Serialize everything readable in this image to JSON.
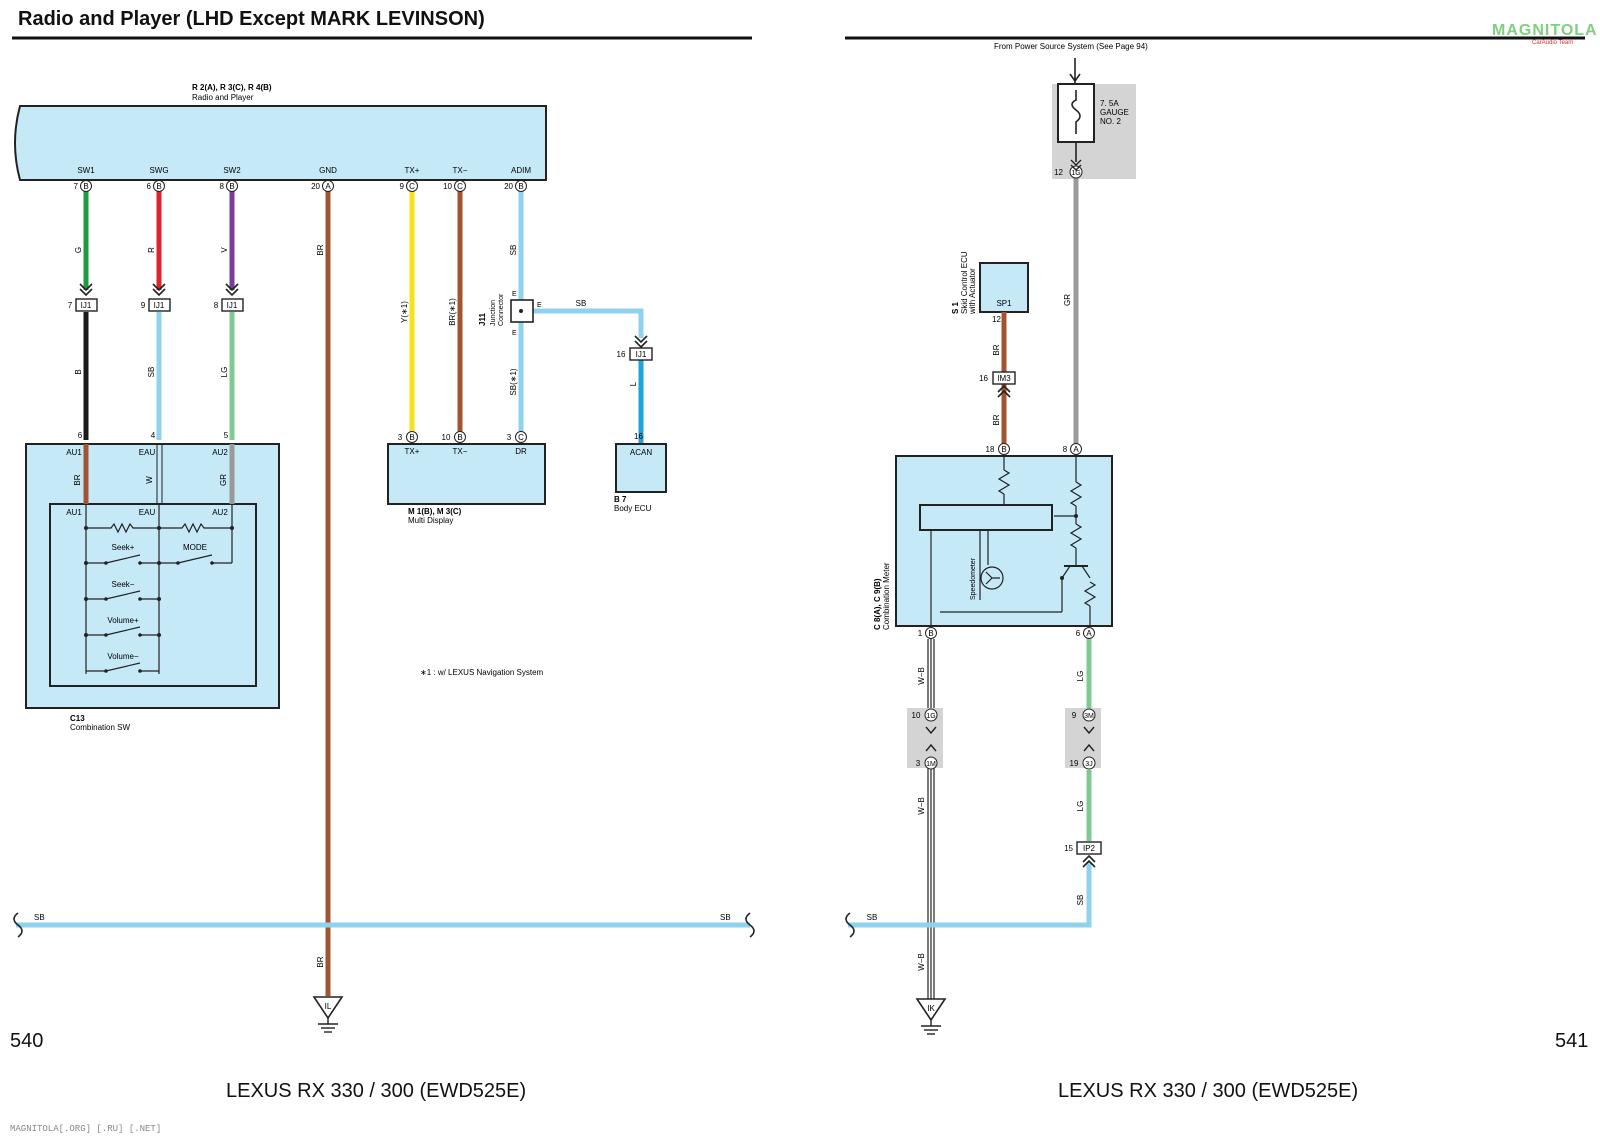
{
  "header": {
    "title": "Radio and Player (LHD Except MARK LEVINSON)"
  },
  "footer": {
    "page_left": "540",
    "page_right": "541",
    "model_left": "LEXUS RX 330 / 300 (EWD525E)",
    "model_right": "LEXUS RX 330 / 300 (EWD525E)",
    "watermark": "MAGNITOLA[.ORG] [.RU] [.NET]",
    "logo_text": "MAGNITOLA",
    "logo_sub": "CarAudio Team"
  },
  "colors": {
    "box_fill": "#c6e9f8",
    "gray_fill": "#d4d4d4",
    "wire_G": "#1e9a46",
    "wire_R": "#e0222a",
    "wire_V": "#7a3d9c",
    "wire_BR": "#a05530",
    "wire_Y": "#f4e21b",
    "wire_SB": "#8fd2ee",
    "wire_B": "#1a1a1a",
    "wire_LG": "#7fc992",
    "wire_L": "#1ea3dc",
    "wire_GR": "#9a9a9a"
  },
  "left_page": {
    "radio": {
      "code": "R 2(A), R 3(C), R 4(B)",
      "name": "Radio and Player",
      "pins": [
        {
          "label": "SW1",
          "num": "7",
          "conn": "B"
        },
        {
          "label": "SWG",
          "num": "6",
          "conn": "B"
        },
        {
          "label": "SW2",
          "num": "8",
          "conn": "B"
        },
        {
          "label": "GND",
          "num": "20",
          "conn": "A"
        },
        {
          "label": "TX+",
          "num": "9",
          "conn": "C"
        },
        {
          "label": "TX−",
          "num": "10",
          "conn": "C"
        },
        {
          "label": "ADIM",
          "num": "20",
          "conn": "B"
        }
      ]
    },
    "wire_labels": {
      "sw1_top": "G",
      "swg_top": "R",
      "sw2_top": "V",
      "gnd": "BR",
      "txp": "Y(∗1)",
      "txm": "BR(∗1)",
      "adim_top": "SB",
      "adim_bottom": "SB(∗1)",
      "jc_out": "SB",
      "l": "L",
      "sw1_bot": "B",
      "swg_bot": "SB",
      "sw2_bot": "LG",
      "in_au1": "BR",
      "in_eau": "W",
      "in_au2": "GR",
      "gnd_low": "BR",
      "bus_l": "SB",
      "bus_r": "SB"
    },
    "ij1": {
      "name": "IJ1",
      "pins": [
        "7",
        "9",
        "8"
      ],
      "pin_16": "16"
    },
    "junction": {
      "code": "J11",
      "name1": "Junction",
      "name2": "Connector",
      "e": "E"
    },
    "combination_sw": {
      "code": "C13",
      "name": "Combination SW",
      "pin_nums": [
        "6",
        "4",
        "5"
      ],
      "outer_labels": [
        "AU1",
        "EAU",
        "AU2"
      ],
      "inner_labels": [
        "AU1",
        "EAU",
        "AU2"
      ],
      "switches": [
        "Seek+",
        "MODE",
        "Seek−",
        "Volume+",
        "Volume−"
      ]
    },
    "multi_display": {
      "code": "M 1(B), M 3(C)",
      "name": "Multi Display",
      "pins": [
        {
          "num": "3",
          "conn": "B",
          "label": "TX+"
        },
        {
          "num": "10",
          "conn": "B",
          "label": "TX−"
        },
        {
          "num": "3",
          "conn": "C",
          "label": "DR"
        }
      ]
    },
    "body_ecu": {
      "code": "B 7",
      "name": "Body ECU",
      "pin": "16",
      "label": "ACAN"
    },
    "note": "∗1 : w/ LEXUS Navigation System",
    "ground": "IL"
  },
  "right_page": {
    "source": "From Power Source System (See Page 94)",
    "fuse": {
      "l1": "7. 5A",
      "l2": "GAUGE",
      "l3": "NO. 2",
      "pin": "12",
      "conn": "1G"
    },
    "wire_labels": {
      "gr": "GR",
      "br1": "BR",
      "br2": "BR",
      "wb1": "W−B",
      "wb2": "W−B",
      "wb3": "W−B",
      "lg1": "LG",
      "lg2": "LG",
      "sb": "SB",
      "bus": "SB"
    },
    "skid": {
      "code": "S 1",
      "n1": "Skid Control ECU",
      "n2": "with Actuator",
      "pin_label": "SP1",
      "pin": "12"
    },
    "im3": {
      "name": "IM3",
      "pin": "16"
    },
    "meter": {
      "code": "C 8(A), C 9(B)",
      "name": "Combination Meter",
      "gauge": "Speedometer",
      "pins": [
        {
          "num": "18",
          "conn": "B"
        },
        {
          "num": "8",
          "conn": "A"
        },
        {
          "num": "1",
          "conn": "B"
        },
        {
          "num": "6",
          "conn": "A"
        }
      ]
    },
    "conn_a": [
      {
        "num": "10",
        "conn": "1G"
      },
      {
        "num": "3",
        "conn": "1M"
      }
    ],
    "conn_b": [
      {
        "num": "9",
        "conn": "3M"
      },
      {
        "num": "19",
        "conn": "3J"
      }
    ],
    "ip2": {
      "name": "IP2",
      "pin": "15"
    },
    "ground": "IK"
  }
}
